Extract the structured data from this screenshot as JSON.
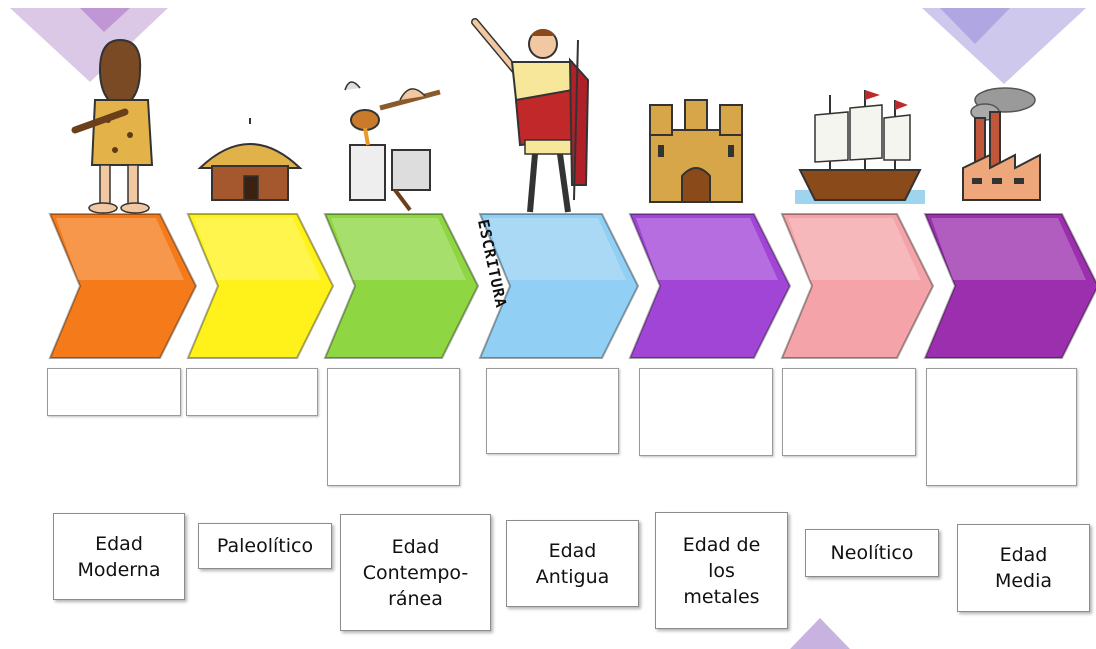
{
  "timeline": {
    "divider_label": "ESCRITURA",
    "arrow_colors": [
      "#f47a1a",
      "#fff21a",
      "#8ed642",
      "#92cff4",
      "#a045d6",
      "#f4a4a8",
      "#9b2fae"
    ]
  },
  "illustrations": [
    "caveman-icon",
    "hut-icon",
    "metal-casting-icon",
    "roman-soldier-icon",
    "castle-icon",
    "caravel-ship-icon",
    "factory-icon"
  ],
  "cards": [
    {
      "label": "Edad\nModerna"
    },
    {
      "label": "Paleolítico"
    },
    {
      "label": "Edad\nContempo-\nránea"
    },
    {
      "label": "Edad\nAntigua"
    },
    {
      "label": "Edad de\nlos\nmetales"
    },
    {
      "label": "Neolítico"
    },
    {
      "label": "Edad\nMedia"
    }
  ]
}
